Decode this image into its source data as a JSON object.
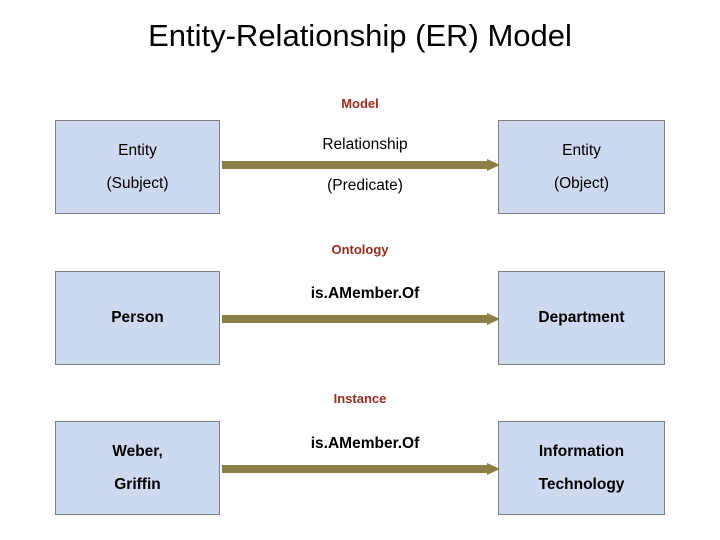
{
  "slide": {
    "title": "Entity-Relationship (ER) Model",
    "accent_color": "#8a8046",
    "box_fill": "#ccd9ee",
    "label_color": "#9a2c19",
    "sections": [
      {
        "label": "Model",
        "left_box": {
          "line1": "Entity",
          "line2": "(Subject)"
        },
        "middle": {
          "line1": "Relationship",
          "line2": "(Predicate)"
        },
        "right_box": {
          "line1": "Entity",
          "line2": "(Object)"
        }
      },
      {
        "label": "Ontology",
        "left_box": {
          "line1": "Person",
          "line2": ""
        },
        "middle": {
          "line1": "is.AMember.Of",
          "line2": ""
        },
        "right_box": {
          "line1": "Department",
          "line2": ""
        }
      },
      {
        "label": "Instance",
        "left_box": {
          "line1": "Weber,",
          "line2": "Griffin"
        },
        "middle": {
          "line1": "is.AMember.Of",
          "line2": ""
        },
        "right_box": {
          "line1": "Information",
          "line2": "Technology"
        }
      }
    ]
  }
}
